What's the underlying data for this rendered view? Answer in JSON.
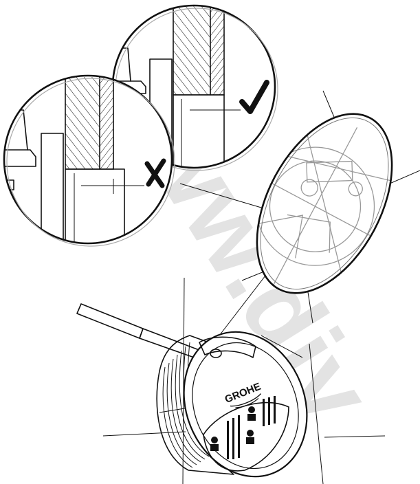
{
  "watermark": {
    "text": "www.div"
  },
  "callouts": {
    "correct_mark": "✔",
    "incorrect_mark": "✘"
  },
  "device": {
    "brand_logo": "GROHE"
  },
  "icons": [
    "check-icon",
    "cross-icon",
    "grohe-logo"
  ]
}
